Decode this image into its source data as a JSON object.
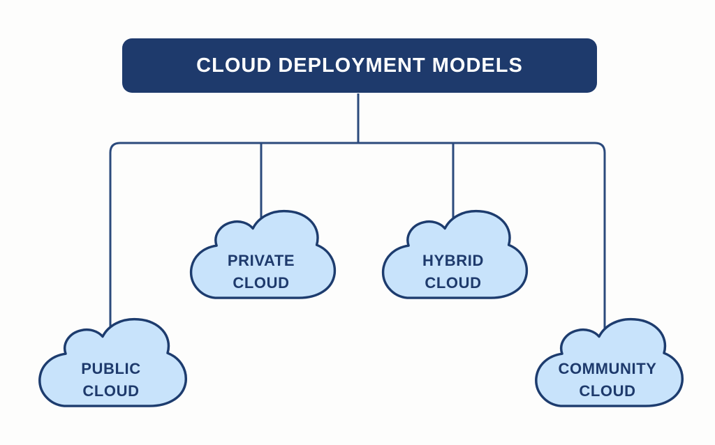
{
  "title": {
    "label": "CLOUD DEPLOYMENT MODELS"
  },
  "clouds": {
    "public": {
      "label": "PUBLIC\nCLOUD"
    },
    "private": {
      "label": "PRIVATE\nCLOUD"
    },
    "hybrid": {
      "label": "HYBRID\nCLOUD"
    },
    "community": {
      "label": "COMMUNITY\nCLOUD"
    }
  },
  "colors": {
    "navy": "#1e3a6c",
    "line": "#2b4a7c",
    "cloud_fill": "#c8e3fb",
    "cloud_stroke": "#1d3c6e",
    "background": "#fdfdfc",
    "title_text": "#ffffff"
  }
}
